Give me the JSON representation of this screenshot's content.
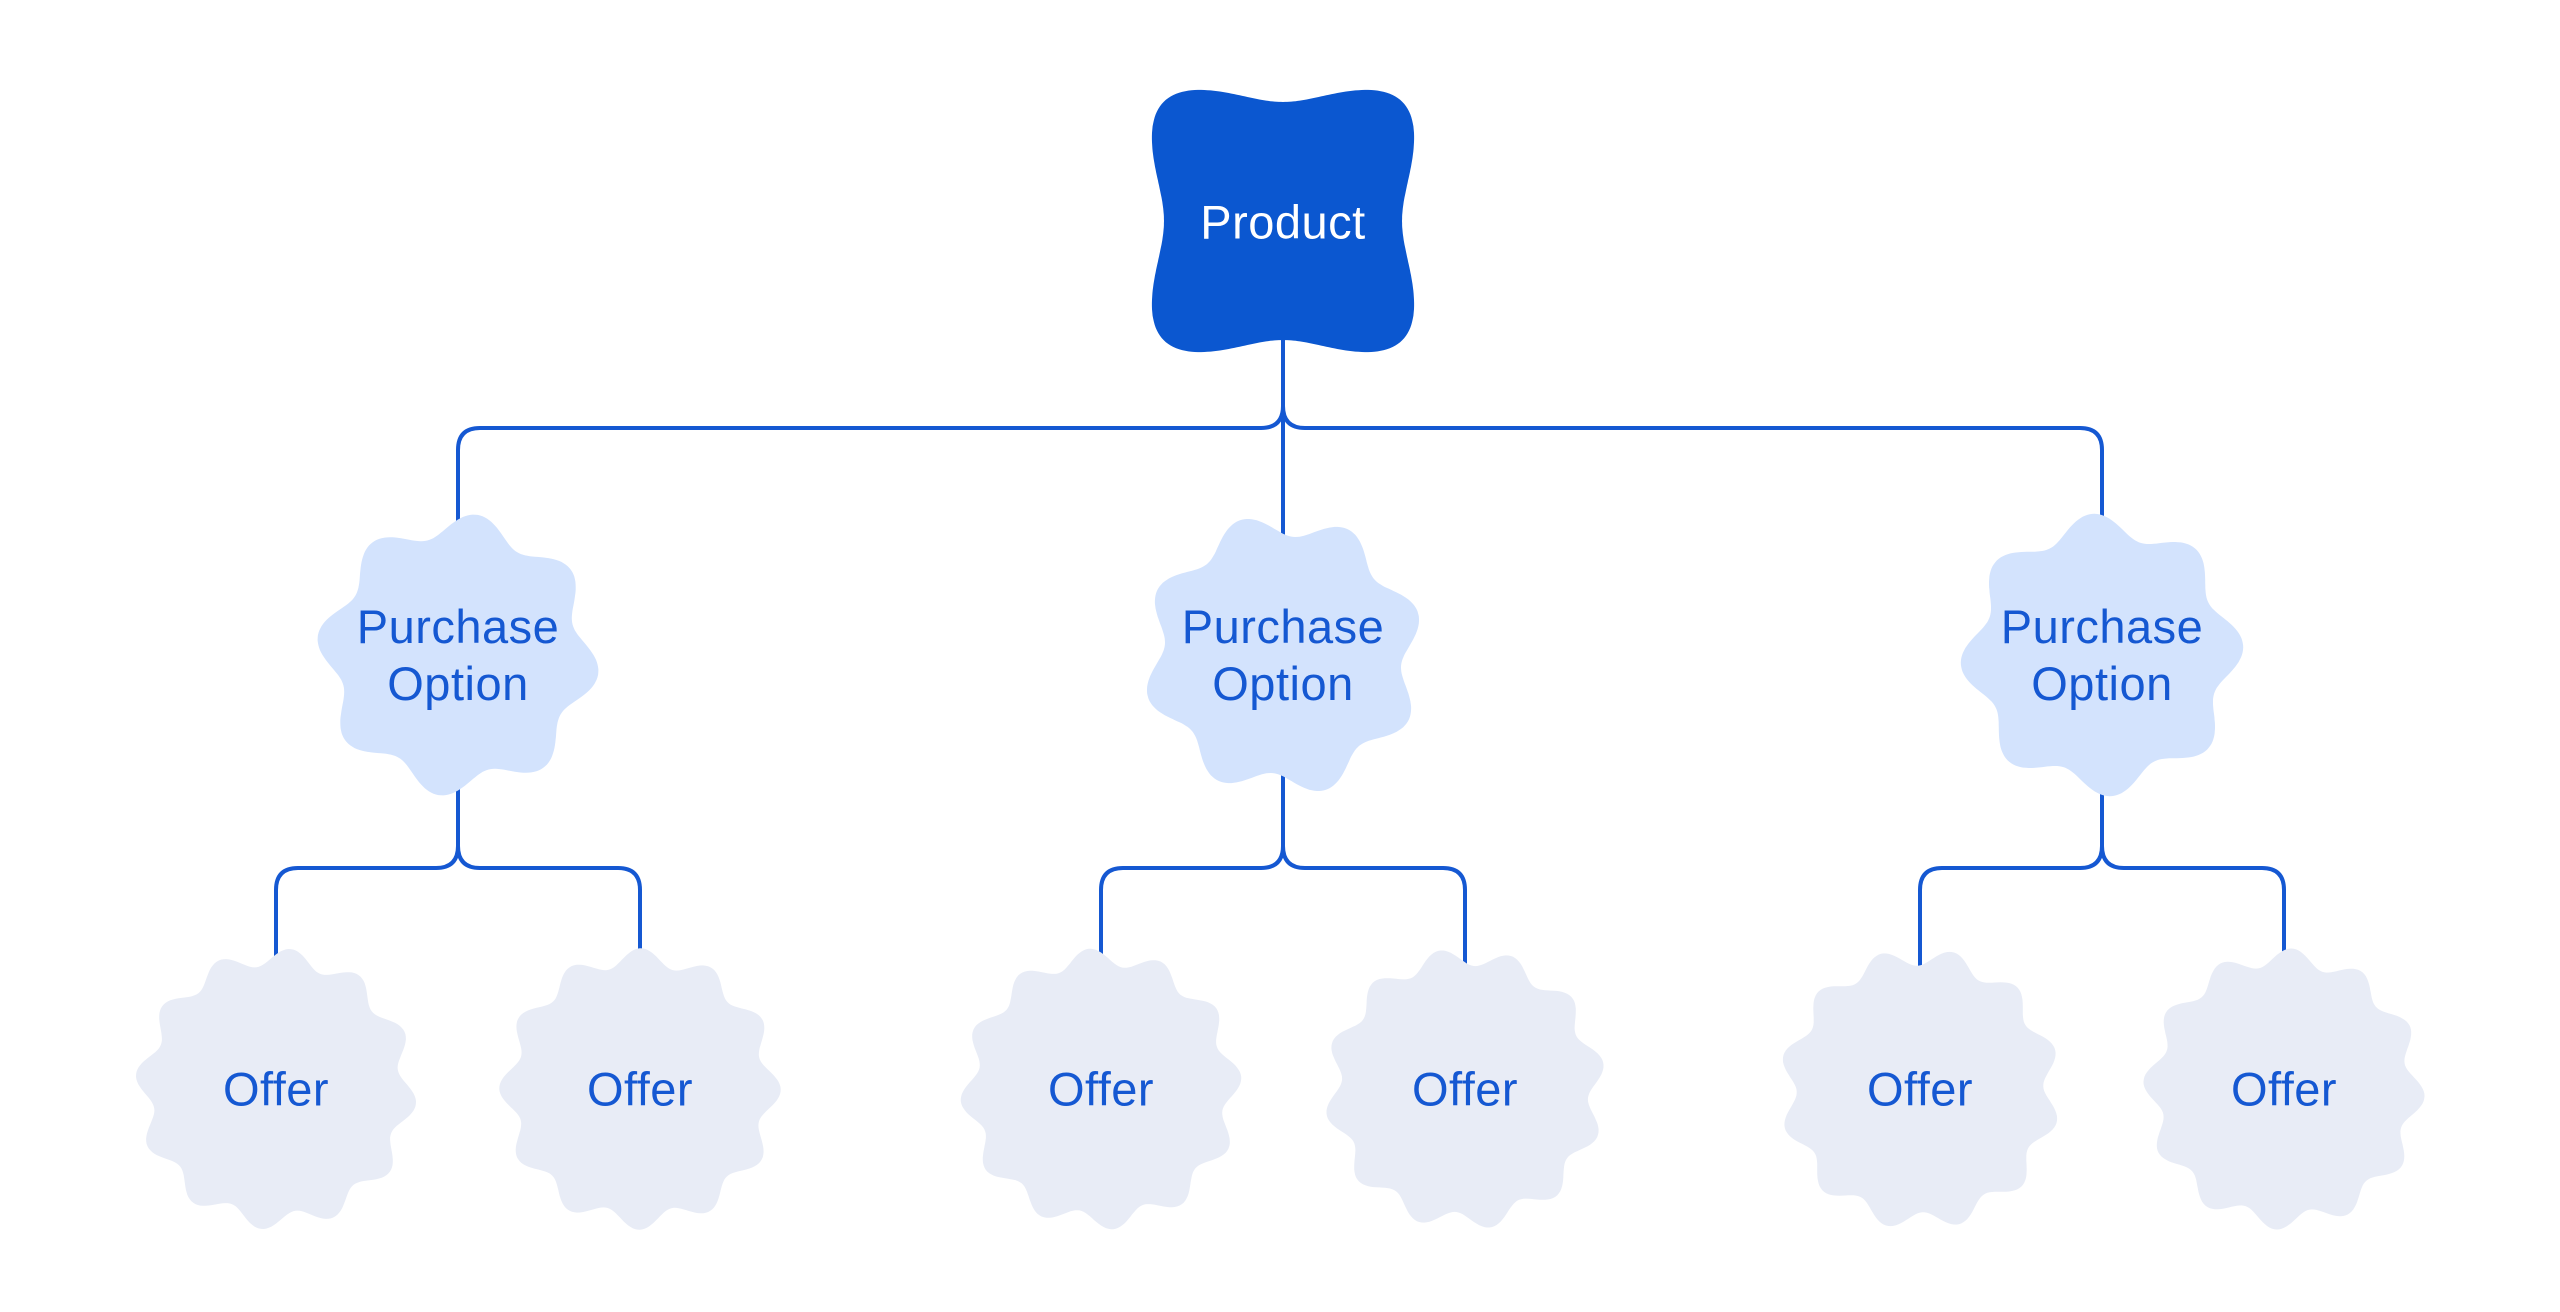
{
  "colors": {
    "background": "#ffffff",
    "root_fill": "#0b57d0",
    "root_text": "#ffffff",
    "purchase_fill": "#d3e3fd",
    "offer_fill": "#e8ecf6",
    "label_text": "#1558d2",
    "connector": "#1558d2"
  },
  "diagram": {
    "root": {
      "label": "Product"
    },
    "purchase_options": [
      {
        "label": "Purchase Option",
        "offers": [
          {
            "label": "Offer"
          },
          {
            "label": "Offer"
          }
        ]
      },
      {
        "label": "Purchase Option",
        "offers": [
          {
            "label": "Offer"
          },
          {
            "label": "Offer"
          }
        ]
      },
      {
        "label": "Purchase Option",
        "offers": [
          {
            "label": "Offer"
          },
          {
            "label": "Offer"
          }
        ]
      }
    ]
  }
}
